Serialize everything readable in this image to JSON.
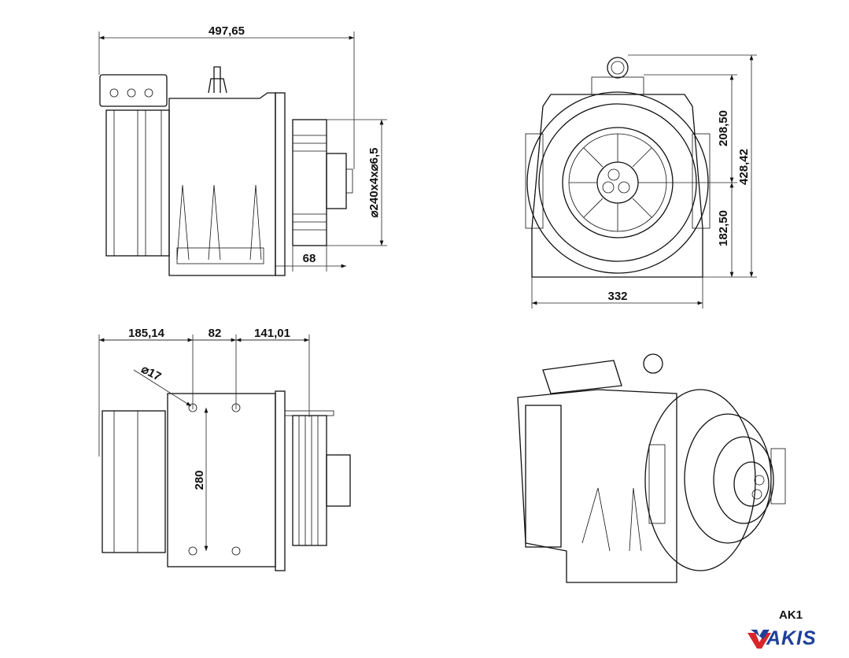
{
  "drawing": {
    "model": "AK1",
    "brand": "AKIS",
    "colors": {
      "brand_blue": "#1f3f9a",
      "brand_red": "#d6262c"
    }
  },
  "dimensions": {
    "side_top": {
      "overall_length": "497,65",
      "pulley": "⌀240x4x⌀6,5",
      "pulley_width": "68"
    },
    "front": {
      "upper_height": "208,50",
      "total_height": "428,42",
      "lower_height": "182,50",
      "width": "332"
    },
    "side_bottom": {
      "left_offset": "185,14",
      "hole_spacing_x": "82",
      "right_offset": "141,01",
      "hole_diameter": "⌀17",
      "hole_spacing_y": "280"
    }
  }
}
